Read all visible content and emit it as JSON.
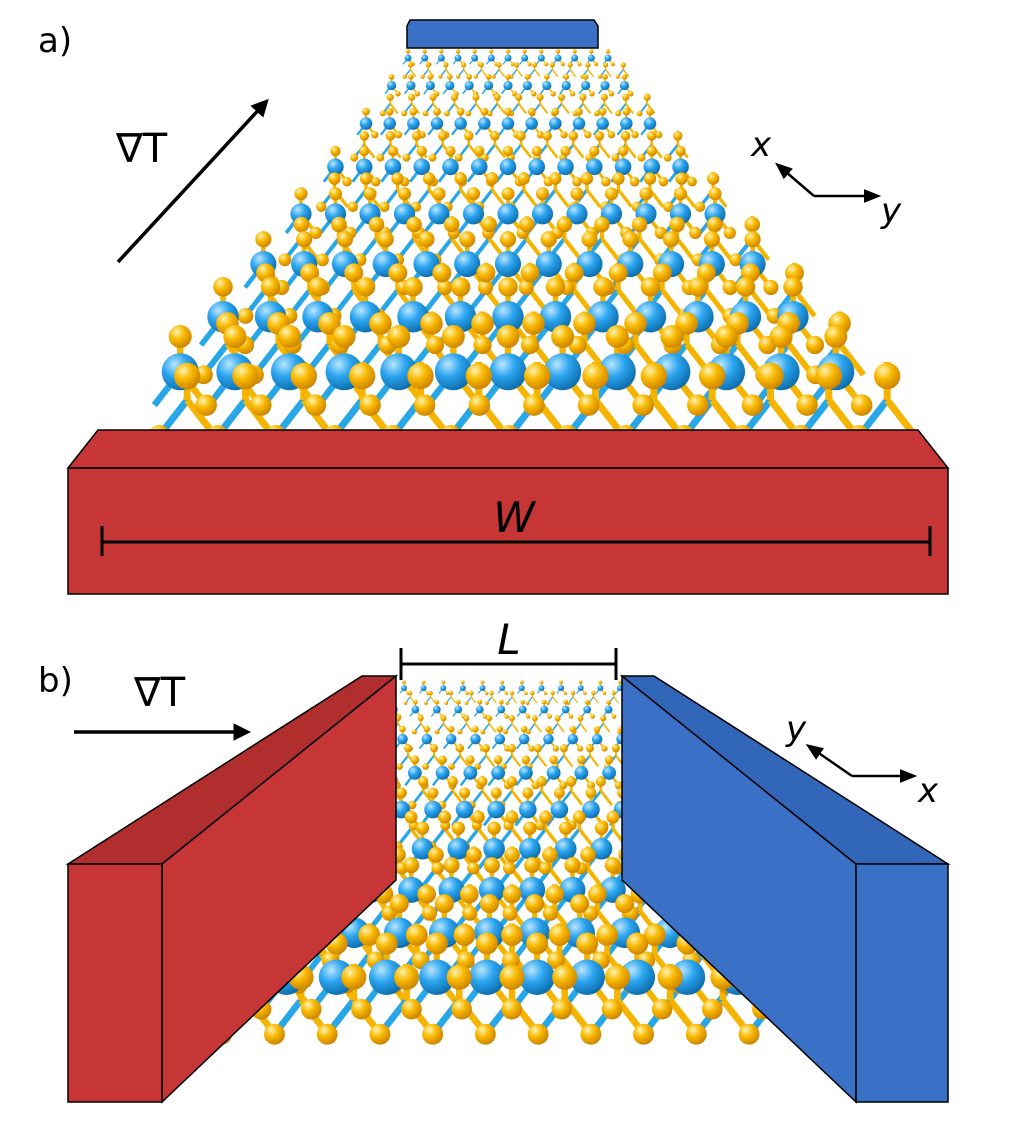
{
  "panel_a": {
    "label": "a)",
    "gradient_label": "∇T",
    "width_label": "W",
    "axes": {
      "first": "x",
      "second": "y"
    }
  },
  "panel_b": {
    "label": "b)",
    "gradient_label": "∇T",
    "length_label": "L",
    "axes": {
      "first": "y",
      "second": "x"
    }
  },
  "colors": {
    "hot_reservoir": "#c73636",
    "cold_reservoir": "#3a71c7",
    "metal_atom": "#1f9be6",
    "chalcogen_atom": "#f4b400",
    "bond": "#27a7e8",
    "outline": "#000000"
  }
}
